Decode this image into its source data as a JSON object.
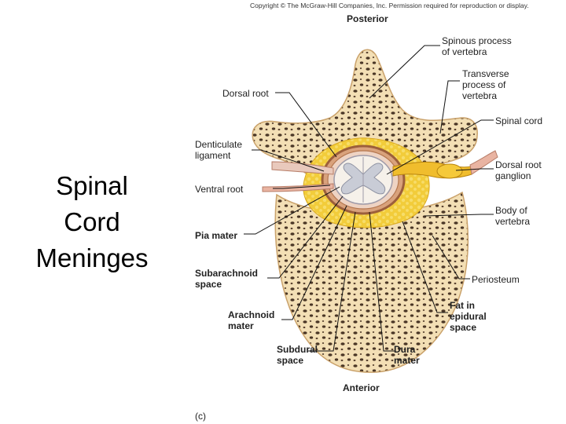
{
  "slide": {
    "title_lines": [
      "Spinal",
      "Cord",
      "Meninges"
    ]
  },
  "figure": {
    "copyright": "Copyright © The McGraw-Hill Companies, Inc. Permission required for reproduction or display.",
    "orientation": {
      "top": "Posterior",
      "bottom": "Anterior"
    },
    "panel": "(c)",
    "labels": {
      "spinous_process": [
        "Spinous process",
        "of vertebra"
      ],
      "transverse_process": [
        "Transverse",
        "process of",
        "vertebra"
      ],
      "dorsal_root": [
        "Dorsal root"
      ],
      "spinal_cord": [
        "Spinal cord"
      ],
      "denticulate_ligament": [
        "Denticulate",
        "ligament"
      ],
      "dorsal_root_ganglion": [
        "Dorsal root",
        "ganglion"
      ],
      "ventral_root": [
        "Ventral root"
      ],
      "body_of_vertebra": [
        "Body of",
        "vertebra"
      ],
      "pia_mater": [
        "Pia mater"
      ],
      "subarachnoid_space": [
        "Subarachnoid",
        "space"
      ],
      "periosteum": [
        "Periosteum"
      ],
      "arachnoid_mater": [
        "Arachnoid",
        "mater"
      ],
      "fat_epidural": [
        "Fat in",
        "epidural",
        "space"
      ],
      "subdural_space": [
        "Subdural",
        "space"
      ],
      "dura_mater": [
        "Dura",
        "mater"
      ]
    },
    "colors": {
      "bone": "#f3dfb5",
      "bone_pore": "#4a3626",
      "fat": "#f2cc3a",
      "dura": "#b5774f",
      "cord_white": "#f6f1ea",
      "gray_matter": "#c9ccd6",
      "nerve": "#f0bd2d"
    }
  }
}
